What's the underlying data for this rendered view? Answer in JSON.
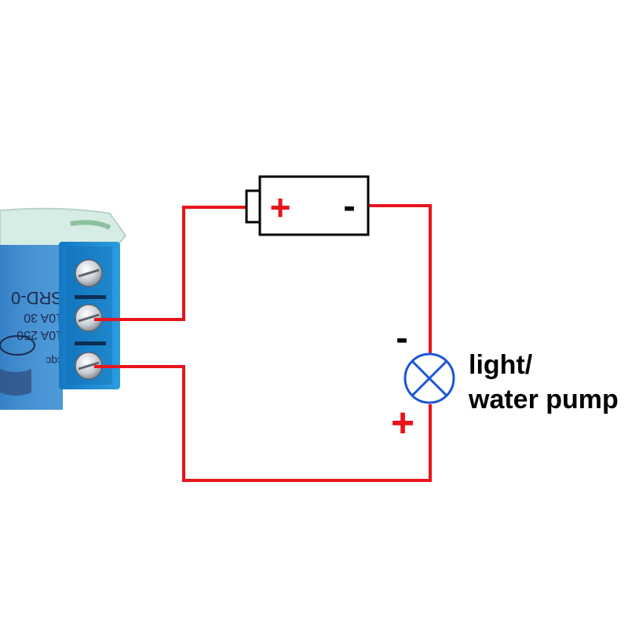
{
  "relay": {
    "model_text": "SRD-0",
    "rating_line1": "10A 30",
    "rating_line2": "10A 250",
    "logo_text": "cqc"
  },
  "battery": {
    "plus_label": "+",
    "minus_label": "-"
  },
  "load": {
    "label_line1": "light/",
    "label_line2": "water pump",
    "minus_label": "-",
    "plus_label": "+"
  },
  "colors": {
    "wire": "#e8141c",
    "polarity": "#e8141c",
    "lamp": "#1a56d6",
    "terminal_block": "#1c86cf",
    "relay_body": "#3f8fd3"
  }
}
